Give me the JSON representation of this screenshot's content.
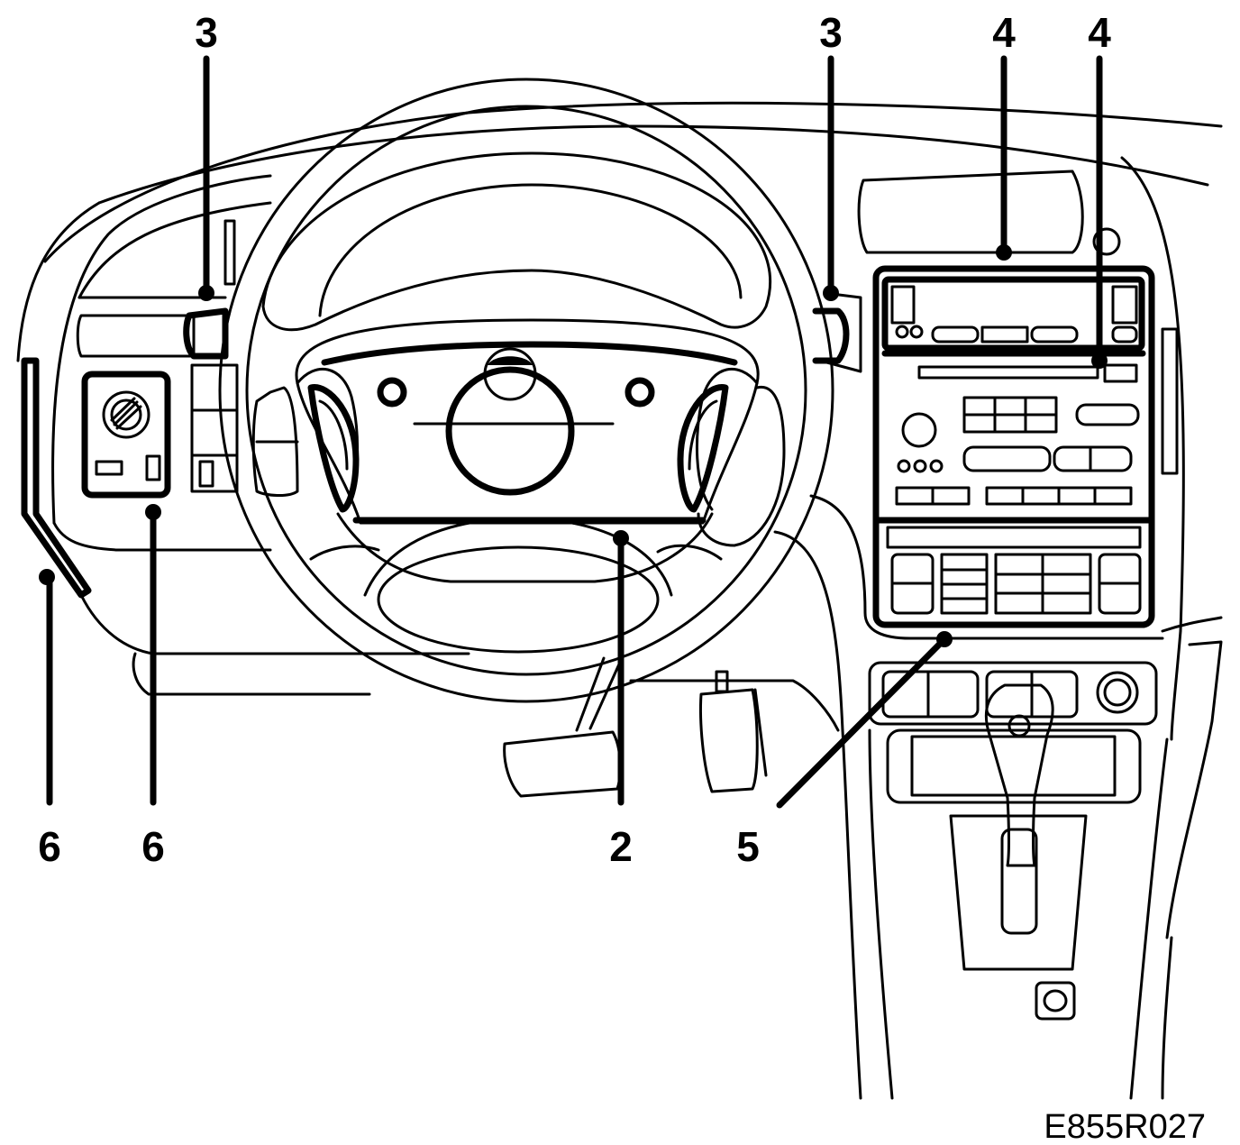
{
  "figure": {
    "callouts": [
      {
        "id": "callout-3-left",
        "label": "3"
      },
      {
        "id": "callout-3-right",
        "label": "3"
      },
      {
        "id": "callout-4-left",
        "label": "4"
      },
      {
        "id": "callout-4-right",
        "label": "4"
      },
      {
        "id": "callout-6-left",
        "label": "6"
      },
      {
        "id": "callout-6-right",
        "label": "6"
      },
      {
        "id": "callout-2",
        "label": "2"
      },
      {
        "id": "callout-5",
        "label": "5"
      }
    ],
    "reference_code": "E855R027"
  }
}
